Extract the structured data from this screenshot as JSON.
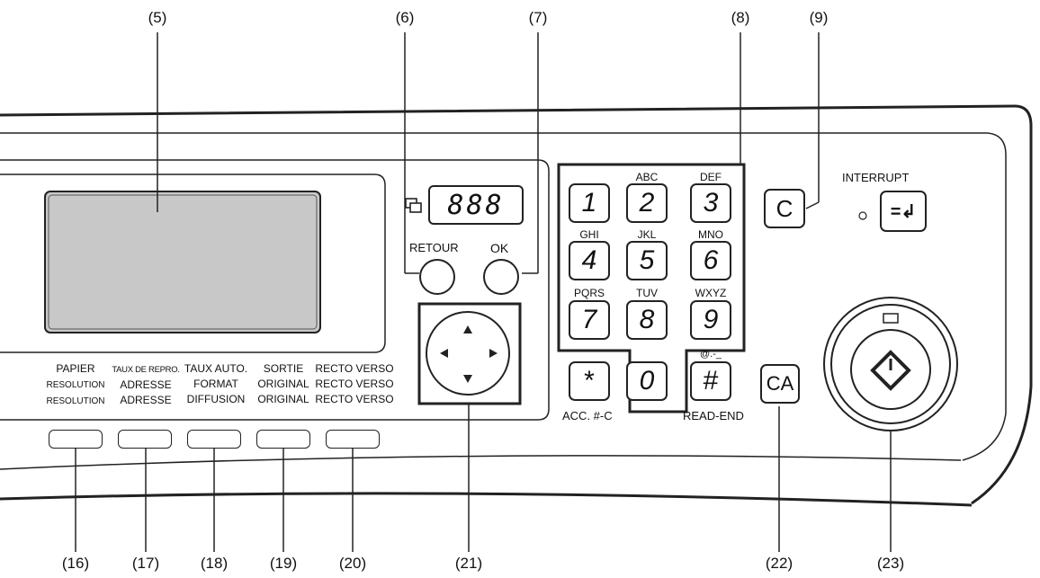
{
  "callouts": {
    "c5": "(5)",
    "c6": "(6)",
    "c7": "(7)",
    "c8": "(8)",
    "c9": "(9)",
    "c16": "(16)",
    "c17": "(17)",
    "c18": "(18)",
    "c19": "(19)",
    "c20": "(20)",
    "c21": "(21)",
    "c22": "(22)",
    "c23": "(23)"
  },
  "display": {
    "counter": "888"
  },
  "buttons": {
    "retour": "RETOUR",
    "ok": "OK",
    "clear": "C",
    "clear_all": "CA",
    "interrupt": "INTERRUPT"
  },
  "keypad": {
    "k1": "1",
    "k2": "2",
    "k3": "3",
    "k4": "4",
    "k5": "5",
    "k6": "6",
    "k7": "7",
    "k8": "8",
    "k9": "9",
    "k0": "0",
    "star": "*",
    "hash": "#",
    "abc": "ABC",
    "def": "DEF",
    "ghi": "GHI",
    "jkl": "JKL",
    "mno": "MNO",
    "pqrs": "PQRS",
    "tuv": "TUV",
    "wxyz": "WXYZ",
    "symbols": "@.-_",
    "acc": "ACC. #-C",
    "read_end": "READ-END"
  },
  "function_labels": {
    "f16": [
      "PAPIER",
      "RESOLUTION",
      "RESOLUTION"
    ],
    "f17": [
      "TAUX DE REPRO.",
      "ADRESSE",
      "ADRESSE"
    ],
    "f18": [
      "TAUX AUTO.",
      "FORMAT",
      "DIFFUSION"
    ],
    "f19": [
      "SORTIE",
      "ORIGINAL",
      "ORIGINAL"
    ],
    "f20": [
      "RECTO VERSO",
      "RECTO VERSO",
      "RECTO VERSO"
    ]
  }
}
